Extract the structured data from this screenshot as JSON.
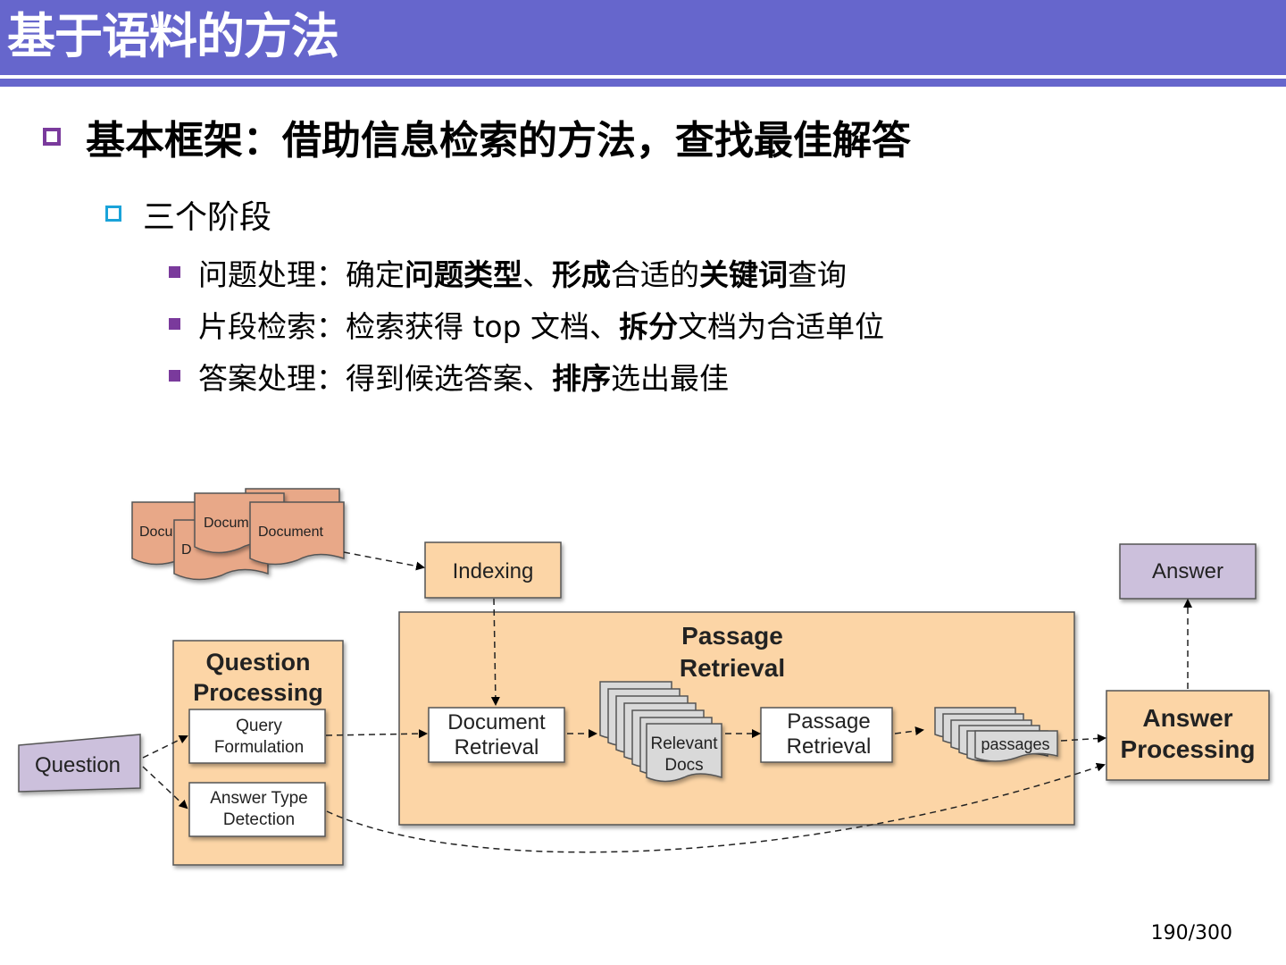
{
  "slide": {
    "title": "基于语料的方法",
    "page_number": "190/300"
  },
  "content": {
    "level1": "基本框架：借助信息检索的方法，查找最佳解答",
    "level2": "三个阶段",
    "items": [
      {
        "parts": [
          {
            "text": "问题处理：确定",
            "bold": false
          },
          {
            "text": "问题类型",
            "bold": true
          },
          {
            "text": "、",
            "bold": false
          },
          {
            "text": "形成",
            "bold": true
          },
          {
            "text": "合适的",
            "bold": false
          },
          {
            "text": "关键词",
            "bold": true
          },
          {
            "text": "查询",
            "bold": false
          }
        ]
      },
      {
        "parts": [
          {
            "text": "片段检索：检索获得 top 文档、",
            "bold": false
          },
          {
            "text": "拆分",
            "bold": true
          },
          {
            "text": "文档为合适单位",
            "bold": false
          }
        ]
      },
      {
        "parts": [
          {
            "text": "答案处理：得到候选答案、",
            "bold": false
          },
          {
            "text": "排序",
            "bold": true
          },
          {
            "text": "选出最佳",
            "bold": false
          }
        ]
      }
    ]
  },
  "diagram": {
    "documents": [
      "Docu",
      "Docum",
      "Document",
      "D"
    ],
    "indexing": "Indexing",
    "answer": "Answer",
    "passage_retrieval_title": [
      "Passage",
      "Retrieval"
    ],
    "question_processing_title": [
      "Question",
      "Processing"
    ],
    "query_formulation": [
      "Query",
      "Formulation"
    ],
    "answer_type_detection": [
      "Answer Type",
      "Detection"
    ],
    "question": "Question",
    "document_retrieval": [
      "Document",
      "Retrieval"
    ],
    "relevant_docs": [
      "Relevant",
      "Docs"
    ],
    "passage_retrieval_box": [
      "Passage",
      "Retrieval"
    ],
    "passages": "passages",
    "answer_processing": [
      "Answer",
      "Processing"
    ]
  },
  "colors": {
    "title_bar": "#6666cc",
    "orange_fill": "#fcd5a6",
    "purple_fill": "#ccc0dc",
    "gray_doc": "#d9d9d9",
    "bullet_purple": "#7a3a9c",
    "bullet_blue": "#1aa3d9"
  }
}
